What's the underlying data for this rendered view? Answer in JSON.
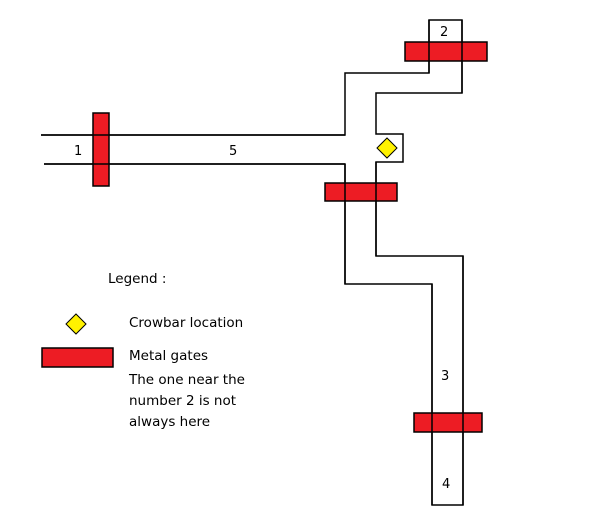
{
  "map": {
    "area_labels": [
      "1",
      "2",
      "3",
      "4",
      "5"
    ],
    "colors": {
      "gate": "#ED1C24",
      "crowbar": "#FFF200",
      "wall": "#000000"
    }
  },
  "legend": {
    "title": "Legend :",
    "crowbar_label": "Crowbar location",
    "gate_label": "Metal gates",
    "note_lines": [
      "The one near the",
      "number 2 is not",
      "always here"
    ]
  }
}
